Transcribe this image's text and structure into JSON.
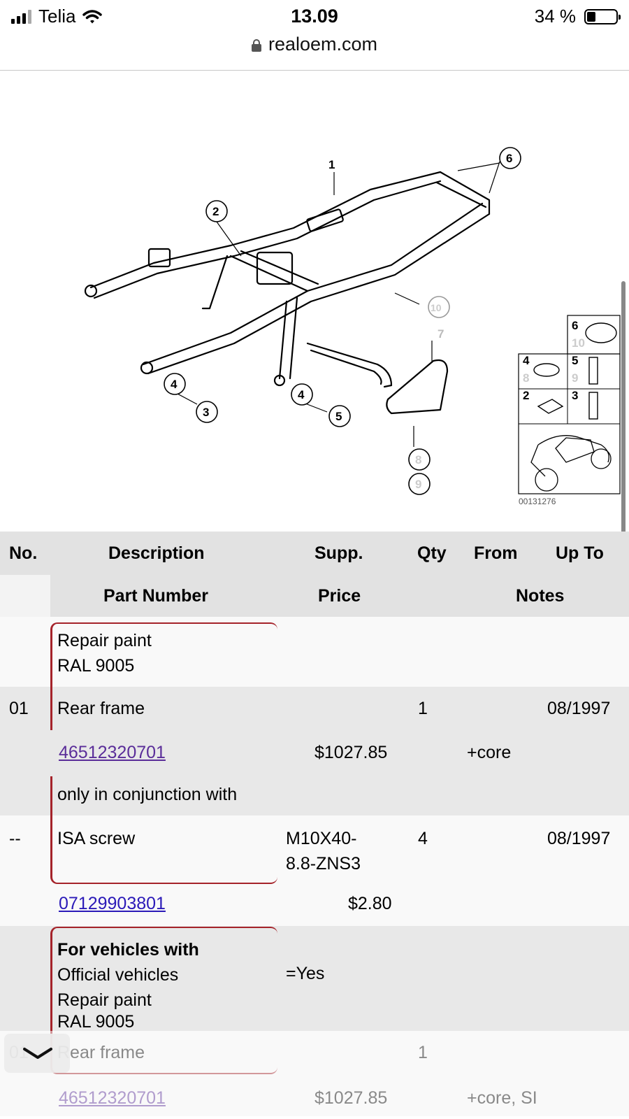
{
  "status": {
    "carrier": "Telia",
    "time": "13.09",
    "battery": "34 %",
    "url": "realoem.com"
  },
  "diagram": {
    "callouts": [
      "1",
      "2",
      "3",
      "4",
      "4",
      "5",
      "6",
      "7",
      "8",
      "9",
      "10"
    ],
    "legend": [
      "6",
      "10",
      "4",
      "8",
      "5",
      "9",
      "2",
      "3"
    ],
    "image_id": "00131276"
  },
  "table": {
    "headers": {
      "no": "No.",
      "description": "Description",
      "supp": "Supp.",
      "qty": "Qty",
      "from": "From",
      "upto": "Up To",
      "part_number": "Part Number",
      "price": "Price",
      "notes": "Notes"
    },
    "rows": {
      "r1_line1": "Repair paint",
      "r1_line2": "RAL 9005",
      "r2_no": "01",
      "r2_desc": "Rear frame",
      "r2_qty": "1",
      "r2_upto": "08/1997",
      "r3_part": "46512320701",
      "r3_price": "$1027.85",
      "r3_notes": "+core",
      "r4_note": "only in conjunction with",
      "r5_no": "--",
      "r5_desc": "ISA screw",
      "r5_supp1": "M10X40-",
      "r5_supp2": "8.8-ZNS3",
      "r5_qty": "4",
      "r5_upto": "08/1997",
      "r6_part": "07129903801",
      "r6_price": "$2.80",
      "r7_bold": "For vehicles with",
      "r7_line2": "Official vehicles",
      "r7_line3": "Repair paint",
      "r7_line4": "RAL 9005",
      "r7_supp": "=Yes",
      "r8_no": "01",
      "r8_desc": "Rear frame",
      "r8_qty": "1",
      "r9_part": "46512320701",
      "r9_price": "$1027.85",
      "r9_notes": "+core, SI"
    }
  },
  "colors": {
    "bracket": "#a5232a",
    "link": "#2b1ab8",
    "link_visited": "#5a2d99",
    "header_bg": "#e2e2e2"
  }
}
